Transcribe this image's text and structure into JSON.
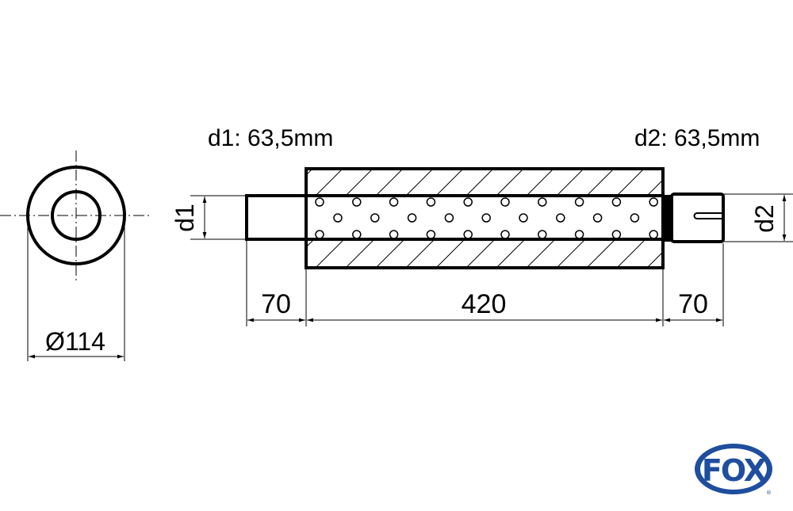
{
  "drawing": {
    "d1_label": "d1: 63,5mm",
    "d2_label": "d2: 63,5mm",
    "d1_dim": "d1",
    "d2_dim": "d2",
    "diameter_dim": "Ø114",
    "inlet_length": "70",
    "body_length": "420",
    "outlet_length": "70"
  },
  "logo": {
    "brand": "FOX",
    "registered": "®",
    "color": "#1f4e9e"
  }
}
